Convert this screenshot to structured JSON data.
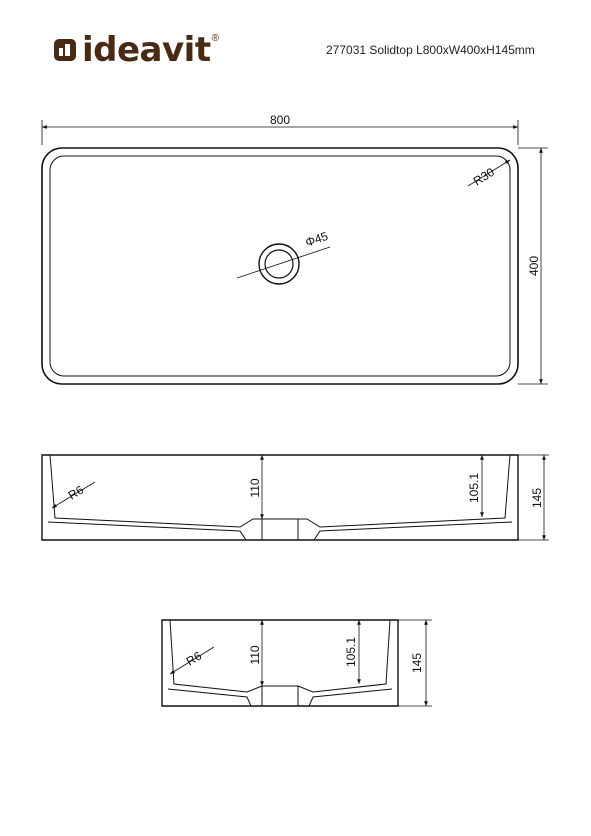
{
  "brand": {
    "name": "ideavit",
    "registered": "®"
  },
  "header": {
    "title": "277031 Solidtop L800xW400xH145mm"
  },
  "top_view": {
    "length": "800",
    "width": "400",
    "corner_radius": "R30",
    "drain_diameter": "Φ45"
  },
  "front_view": {
    "height": "145",
    "inner_depth": "110",
    "depth_edge": "105.1",
    "inner_radius": "R6"
  },
  "side_view": {
    "height": "145",
    "inner_depth": "110",
    "depth_edge": "105.1",
    "inner_radius": "R6"
  },
  "colors": {
    "brand": "#4a2a12",
    "line": "#111111"
  }
}
